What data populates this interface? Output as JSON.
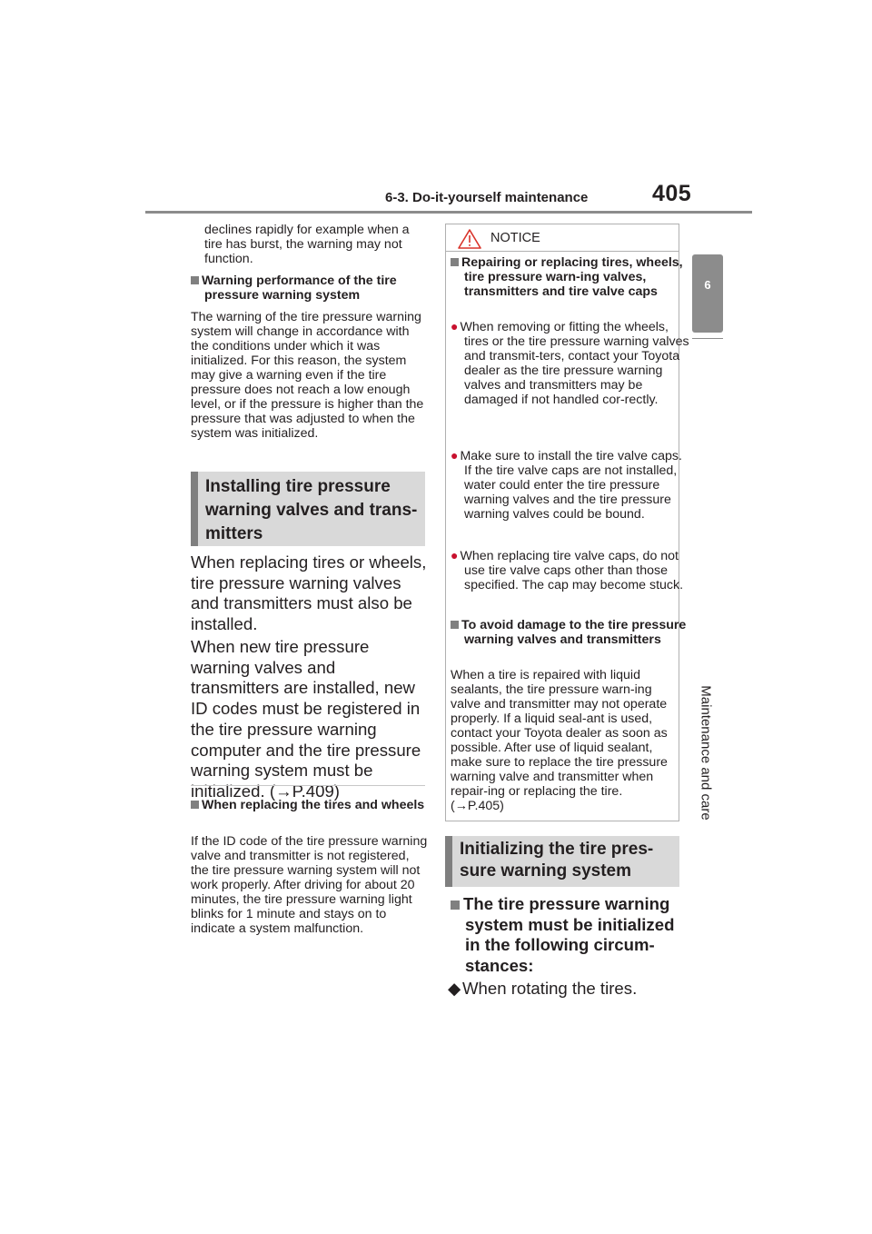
{
  "header": {
    "section": "6-3. Do-it-yourself maintenance",
    "page_number": "405"
  },
  "side_tab": {
    "number": "6",
    "label": "Maintenance and care"
  },
  "left": {
    "intro": "declines rapidly for example when a tire has burst, the warning may not function.",
    "sub1_title": "Warning performance of the tire pressure warning system",
    "sub1_body": "The warning of the tire pressure warning system will change in accordance with the conditions under which it was initialized. For this reason, the system may give a warning even if the tire pressure does not reach a low enough level, or if the pressure is higher than the pressure that was adjusted to when the system was initialized.",
    "banner": "Installing tire pressure warning valves and trans-mitters",
    "para1": "When replacing tires or wheels, tire pressure warning valves and transmitters must also be installed.",
    "para2": "When new tire pressure warning valves and transmitters are installed, new ID codes must be registered in the tire pressure warning computer and the tire pressure warning system must be initialized. (→P.409)",
    "sub2_title": "When replacing the tires and wheels",
    "sub2_body": "If the ID code of the tire pressure warning valve and transmitter is not registered, the tire pressure warning system will not work properly. After driving for about 20 minutes, the tire pressure warning light blinks for 1 minute and stays on to indicate a system malfunction."
  },
  "notice": {
    "title": "NOTICE",
    "sub1_title": "Repairing or replacing tires, wheels, tire pressure warn-ing valves, transmitters and tire valve caps",
    "bullets": [
      "When removing or fitting the wheels, tires or the tire pressure warning valves and transmit-ters, contact your Toyota dealer as the tire pressure warning valves and transmitters may be damaged if not handled cor-rectly.",
      "Make sure to install the tire valve caps. If the tire valve caps are not installed, water could enter the tire pressure warning valves and the tire pressure warning valves could be bound.",
      "When replacing tire valve caps, do not use tire valve caps other than those specified. The cap may become stuck."
    ],
    "sub2_title": "To avoid damage to the tire pressure warning valves and transmitters",
    "sub2_body": "When a tire is repaired with liquid sealants, the tire pressure warn-ing valve and transmitter may not operate properly. If a liquid seal-ant is used, contact your Toyota dealer as soon as possible. After use of liquid sealant, make sure to replace the tire pressure warning valve and transmitter when repair-ing or replacing the tire. (→P.405)"
  },
  "right": {
    "banner": "Initializing the tire pres-sure warning system",
    "heading": "The tire pressure warning system must be initialized in the following circum-stances:",
    "bullet": "When rotating the tires."
  },
  "colors": {
    "rule_gray": "#8c8c8c",
    "banner_bg": "#d9d9d9",
    "banner_bar": "#7f7f7f",
    "bullet_red": "#c8102e",
    "warning_icon": "#d9342b"
  },
  "icons": {
    "notice": "warning-triangle-icon"
  }
}
